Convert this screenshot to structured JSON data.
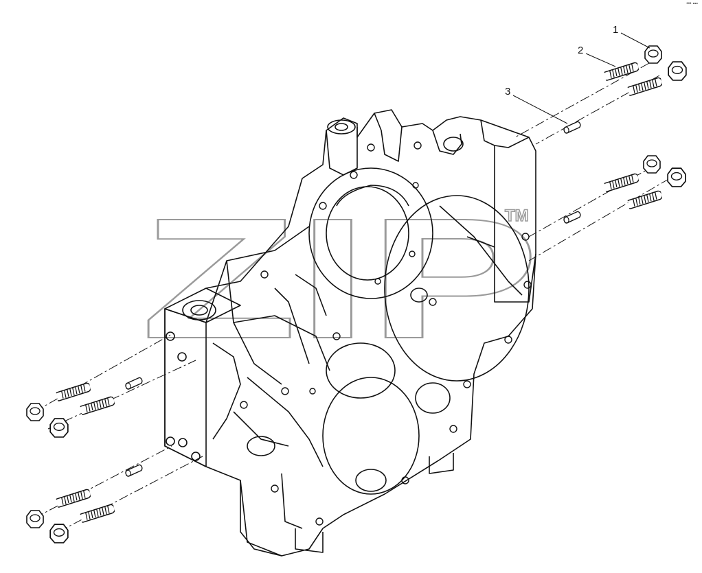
{
  "callouts": [
    {
      "label": "1"
    },
    {
      "label": "2"
    },
    {
      "label": "3"
    }
  ],
  "watermark": {
    "text": "ZIP",
    "trademark": "TM"
  },
  "corner_mark": "••• ▪▪▪",
  "colors": {
    "line": "#111111",
    "watermark": "#9a9a9a",
    "background": "#ffffff"
  }
}
